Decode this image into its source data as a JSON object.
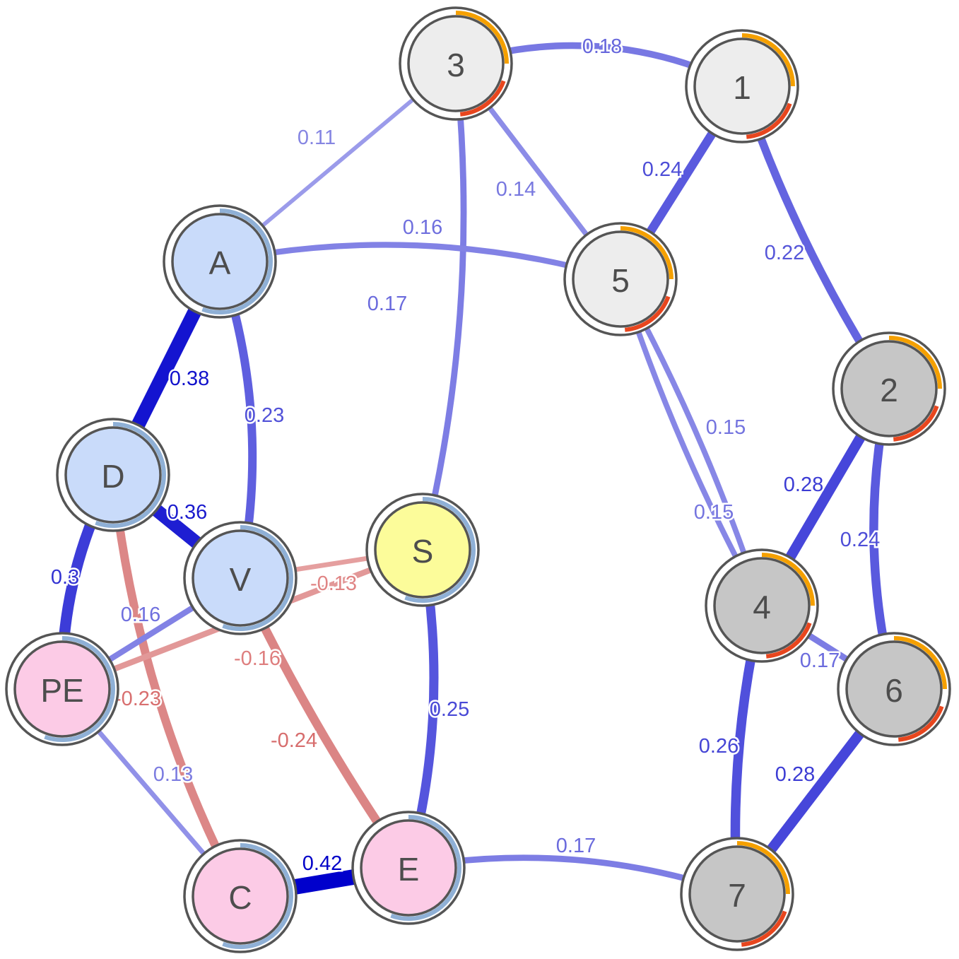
{
  "nodes": [
    {
      "id": "3",
      "label": "3",
      "fill": "#ededed",
      "ring": "items"
    },
    {
      "id": "1",
      "label": "1",
      "fill": "#ededed",
      "ring": "items"
    },
    {
      "id": "5",
      "label": "5",
      "fill": "#ededed",
      "ring": "items"
    },
    {
      "id": "2",
      "label": "2",
      "fill": "#c6c6c6",
      "ring": "items"
    },
    {
      "id": "4",
      "label": "4",
      "fill": "#c6c6c6",
      "ring": "items"
    },
    {
      "id": "6",
      "label": "6",
      "fill": "#c6c6c6",
      "ring": "items"
    },
    {
      "id": "7",
      "label": "7",
      "fill": "#c6c6c6",
      "ring": "items"
    },
    {
      "id": "A",
      "label": "A",
      "fill": "#c9dbfa",
      "ring": "full"
    },
    {
      "id": "D",
      "label": "D",
      "fill": "#c9dbfa",
      "ring": "full"
    },
    {
      "id": "V",
      "label": "V",
      "fill": "#c9dbfa",
      "ring": "full"
    },
    {
      "id": "S",
      "label": "S",
      "fill": "#fcfc9a",
      "ring": "full"
    },
    {
      "id": "PE",
      "label": "PE",
      "fill": "#fccbe6",
      "ring": "full"
    },
    {
      "id": "C",
      "label": "C",
      "fill": "#fccbe6",
      "ring": "full"
    },
    {
      "id": "E",
      "label": "E",
      "fill": "#fccbe6",
      "ring": "full"
    }
  ],
  "edges": [
    {
      "from": "3",
      "to": "1",
      "weight": 0.18,
      "label": "0.18"
    },
    {
      "from": "3",
      "to": "A",
      "weight": 0.11,
      "label": "0.11"
    },
    {
      "from": "3",
      "to": "5",
      "weight": 0.14,
      "label": "0.14"
    },
    {
      "from": "3",
      "to": "S",
      "weight": 0.17,
      "label": "0.17"
    },
    {
      "from": "1",
      "to": "5",
      "weight": 0.24,
      "label": "0.24"
    },
    {
      "from": "1",
      "to": "2",
      "weight": 0.22,
      "label": "0.22"
    },
    {
      "from": "A",
      "to": "5",
      "weight": 0.16,
      "label": "0.16"
    },
    {
      "from": "5",
      "to": "4",
      "weight": 0.15,
      "label": "0.15",
      "variant": "a"
    },
    {
      "from": "5",
      "to": "4",
      "weight": 0.15,
      "label": "0.15",
      "variant": "b"
    },
    {
      "from": "2",
      "to": "4",
      "weight": 0.28,
      "label": "0.28"
    },
    {
      "from": "2",
      "to": "6",
      "weight": 0.24,
      "label": "0.24"
    },
    {
      "from": "4",
      "to": "6",
      "weight": 0.17,
      "label": "0.17"
    },
    {
      "from": "4",
      "to": "7",
      "weight": 0.26,
      "label": "0.26"
    },
    {
      "from": "6",
      "to": "7",
      "weight": 0.28,
      "label": "0.28"
    },
    {
      "from": "A",
      "to": "D",
      "weight": 0.38,
      "label": "0.38"
    },
    {
      "from": "A",
      "to": "V",
      "weight": 0.23,
      "label": "0.23"
    },
    {
      "from": "D",
      "to": "V",
      "weight": 0.36,
      "label": "0.36"
    },
    {
      "from": "D",
      "to": "PE",
      "weight": 0.3,
      "label": "0.3"
    },
    {
      "from": "D",
      "to": "C",
      "weight": -0.23,
      "label": "-0.23"
    },
    {
      "from": "V",
      "to": "PE",
      "weight": 0.16,
      "label": "0.16"
    },
    {
      "from": "V",
      "to": "S",
      "weight": -0.13,
      "label": "-0.13"
    },
    {
      "from": "V",
      "to": "E",
      "weight": -0.24,
      "label": "-0.24"
    },
    {
      "from": "S",
      "to": "PE",
      "weight": -0.16,
      "label": "-0.16"
    },
    {
      "from": "S",
      "to": "E",
      "weight": 0.25,
      "label": "0.25"
    },
    {
      "from": "PE",
      "to": "C",
      "weight": 0.13,
      "label": "0.13"
    },
    {
      "from": "C",
      "to": "E",
      "weight": 0.42,
      "label": "0.42"
    },
    {
      "from": "E",
      "to": "7",
      "weight": 0.17,
      "label": "0.17"
    }
  ],
  "colors": {
    "positive_edge": "#0000cc",
    "negative_edge": "#cc3333",
    "node_border": "#555555",
    "item_ring_orange": "#f5a000",
    "item_ring_red": "#e8461e",
    "scale_ring_blue": "#8fb0d6"
  }
}
